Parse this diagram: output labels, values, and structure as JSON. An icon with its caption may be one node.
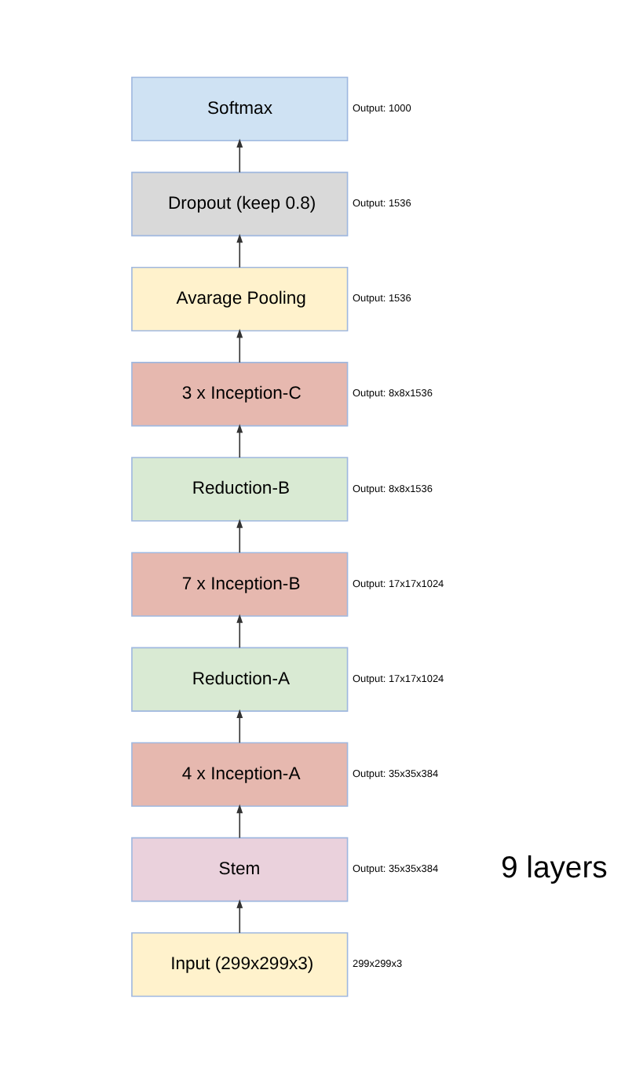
{
  "diagram": {
    "nodes": [
      {
        "text": [
          "Softmax"
        ],
        "beside": [
          "Output: 1000"
        ]
      },
      {
        "text": [
          "Dropout (keep 0.8)"
        ],
        "beside": [
          "Output: 1536"
        ]
      },
      {
        "text": [
          "Avarage Pooling"
        ],
        "beside": [
          "Output: 1536"
        ]
      },
      {
        "text": [
          "3 x Inception-C"
        ],
        "beside": [
          "Output: 8x8x1536"
        ]
      },
      {
        "text": [
          "Reduction-B"
        ],
        "beside": [
          "Output: 8x8x1536"
        ]
      },
      {
        "text": [
          "7 x Inception-B"
        ],
        "beside": [
          "Output: 17x17x1024"
        ]
      },
      {
        "text": [
          "Reduction-A"
        ],
        "beside": [
          "Output: 17x17x1024"
        ]
      },
      {
        "text": [
          "4 x Inception-A"
        ],
        "beside": [
          "Output: 35x35x384"
        ]
      },
      {
        "text": [
          "Stem"
        ],
        "beside": [
          "Output: 35x35x384"
        ]
      },
      {
        "text": [
          "Input (299x299x3)"
        ],
        "beside": [
          "299x299x3"
        ]
      }
    ],
    "edges": [
      {
        "from": 9,
        "to": 8,
        "arrow": "to"
      },
      {
        "from": 8,
        "to": 7,
        "arrow": "to"
      },
      {
        "from": 7,
        "to": 6,
        "arrow": "to"
      },
      {
        "from": 6,
        "to": 5,
        "arrow": "to"
      },
      {
        "from": 5,
        "to": 4,
        "arrow": "to"
      },
      {
        "from": 4,
        "to": 3,
        "arrow": "to"
      },
      {
        "from": 3,
        "to": 2,
        "arrow": "to"
      },
      {
        "from": 2,
        "to": 1,
        "arrow": "to"
      },
      {
        "from": 1,
        "to": 0,
        "arrow": "to"
      }
    ],
    "labels": [
      "9 layers"
    ]
  }
}
